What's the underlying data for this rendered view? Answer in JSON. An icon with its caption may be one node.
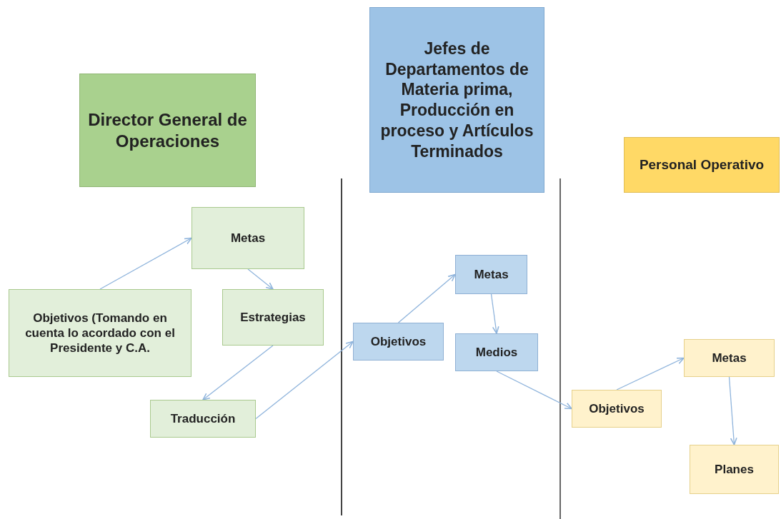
{
  "diagram": {
    "nodes": [
      {
        "text": [
          "Director General de Operaciones"
        ]
      },
      {
        "text": [
          "Jefes de Departamentos de Materia prima, Producción en proceso y Artículos Terminados"
        ]
      },
      {
        "text": [
          "Personal Operativo"
        ]
      },
      {
        "text": [
          "Metas"
        ]
      },
      {
        "text": [
          "Objetivos (Tomando en cuenta lo acordado con el Presidente y C.A."
        ]
      },
      {
        "text": [
          "Estrategias"
        ]
      },
      {
        "text": [
          "Traducción"
        ]
      },
      {
        "text": [
          "Objetivos"
        ]
      },
      {
        "text": [
          "Metas"
        ]
      },
      {
        "text": [
          "Medios"
        ]
      },
      {
        "text": [
          "Objetivos"
        ]
      },
      {
        "text": [
          "Metas"
        ]
      },
      {
        "text": [
          "Planes"
        ]
      }
    ],
    "edges": [
      {
        "from": 4,
        "to": 3,
        "arrow": "to"
      },
      {
        "from": 3,
        "to": 5,
        "arrow": "to"
      },
      {
        "from": 5,
        "to": 6,
        "arrow": "to"
      },
      {
        "from": 6,
        "to": 7,
        "arrow": "to"
      },
      {
        "from": 7,
        "to": 8,
        "arrow": "to"
      },
      {
        "from": 8,
        "to": 9,
        "arrow": "to"
      },
      {
        "from": 9,
        "to": 10,
        "arrow": "to"
      },
      {
        "from": 10,
        "to": 11,
        "arrow": "to"
      },
      {
        "from": 11,
        "to": 12,
        "arrow": "to"
      }
    ]
  }
}
